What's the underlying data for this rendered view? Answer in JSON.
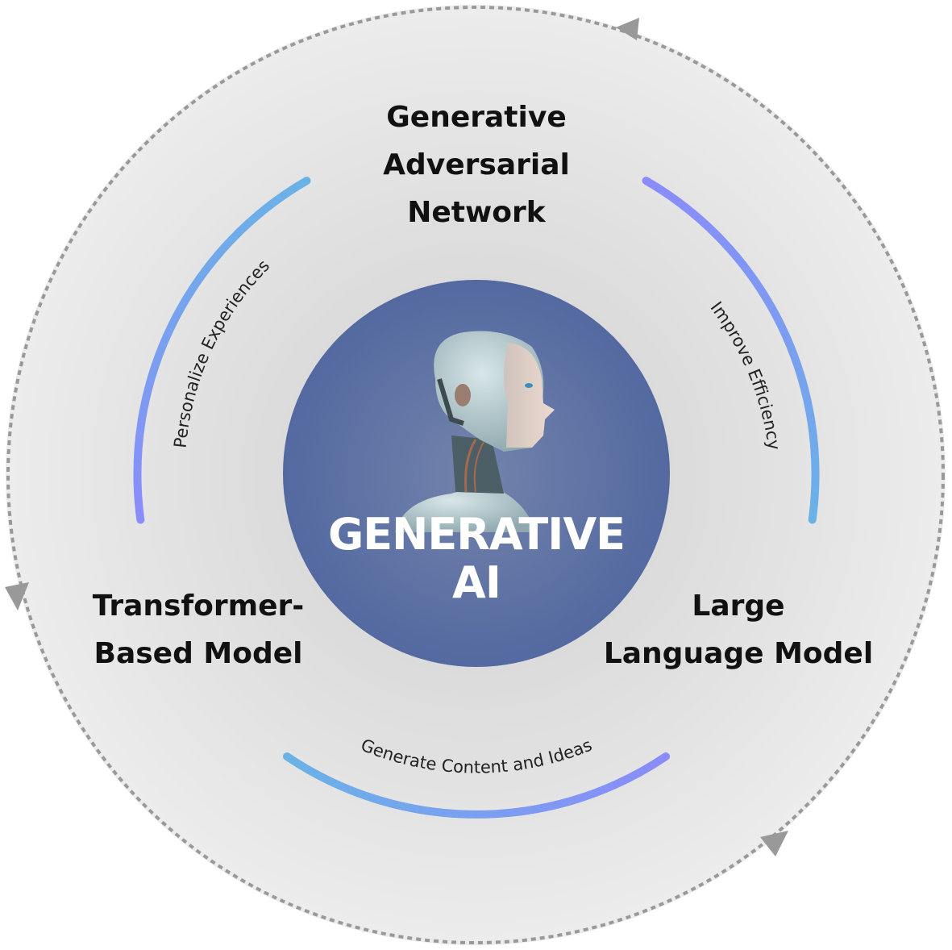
{
  "center": {
    "title_line1": "GENERATIVE",
    "title_line2": "AI",
    "image": "robot-head-profile"
  },
  "nodes": {
    "top": [
      "Generative",
      "Adversarial",
      "Network"
    ],
    "left": [
      "Transformer-",
      "Based Model"
    ],
    "right": [
      "Large",
      "Language Model"
    ]
  },
  "arcs": {
    "left": "Personalize Experiences",
    "right": "Improve Efficiency",
    "bottom": "Generate Content and Ideas"
  },
  "colors": {
    "center_circle": "#5a6fa0",
    "arc_blue": "#6aaee6",
    "arc_purple": "#8a8cfa",
    "dashed_cycle": "#999999",
    "background_disc": "#e6e6e6"
  },
  "cycle_direction": "counterclockwise"
}
